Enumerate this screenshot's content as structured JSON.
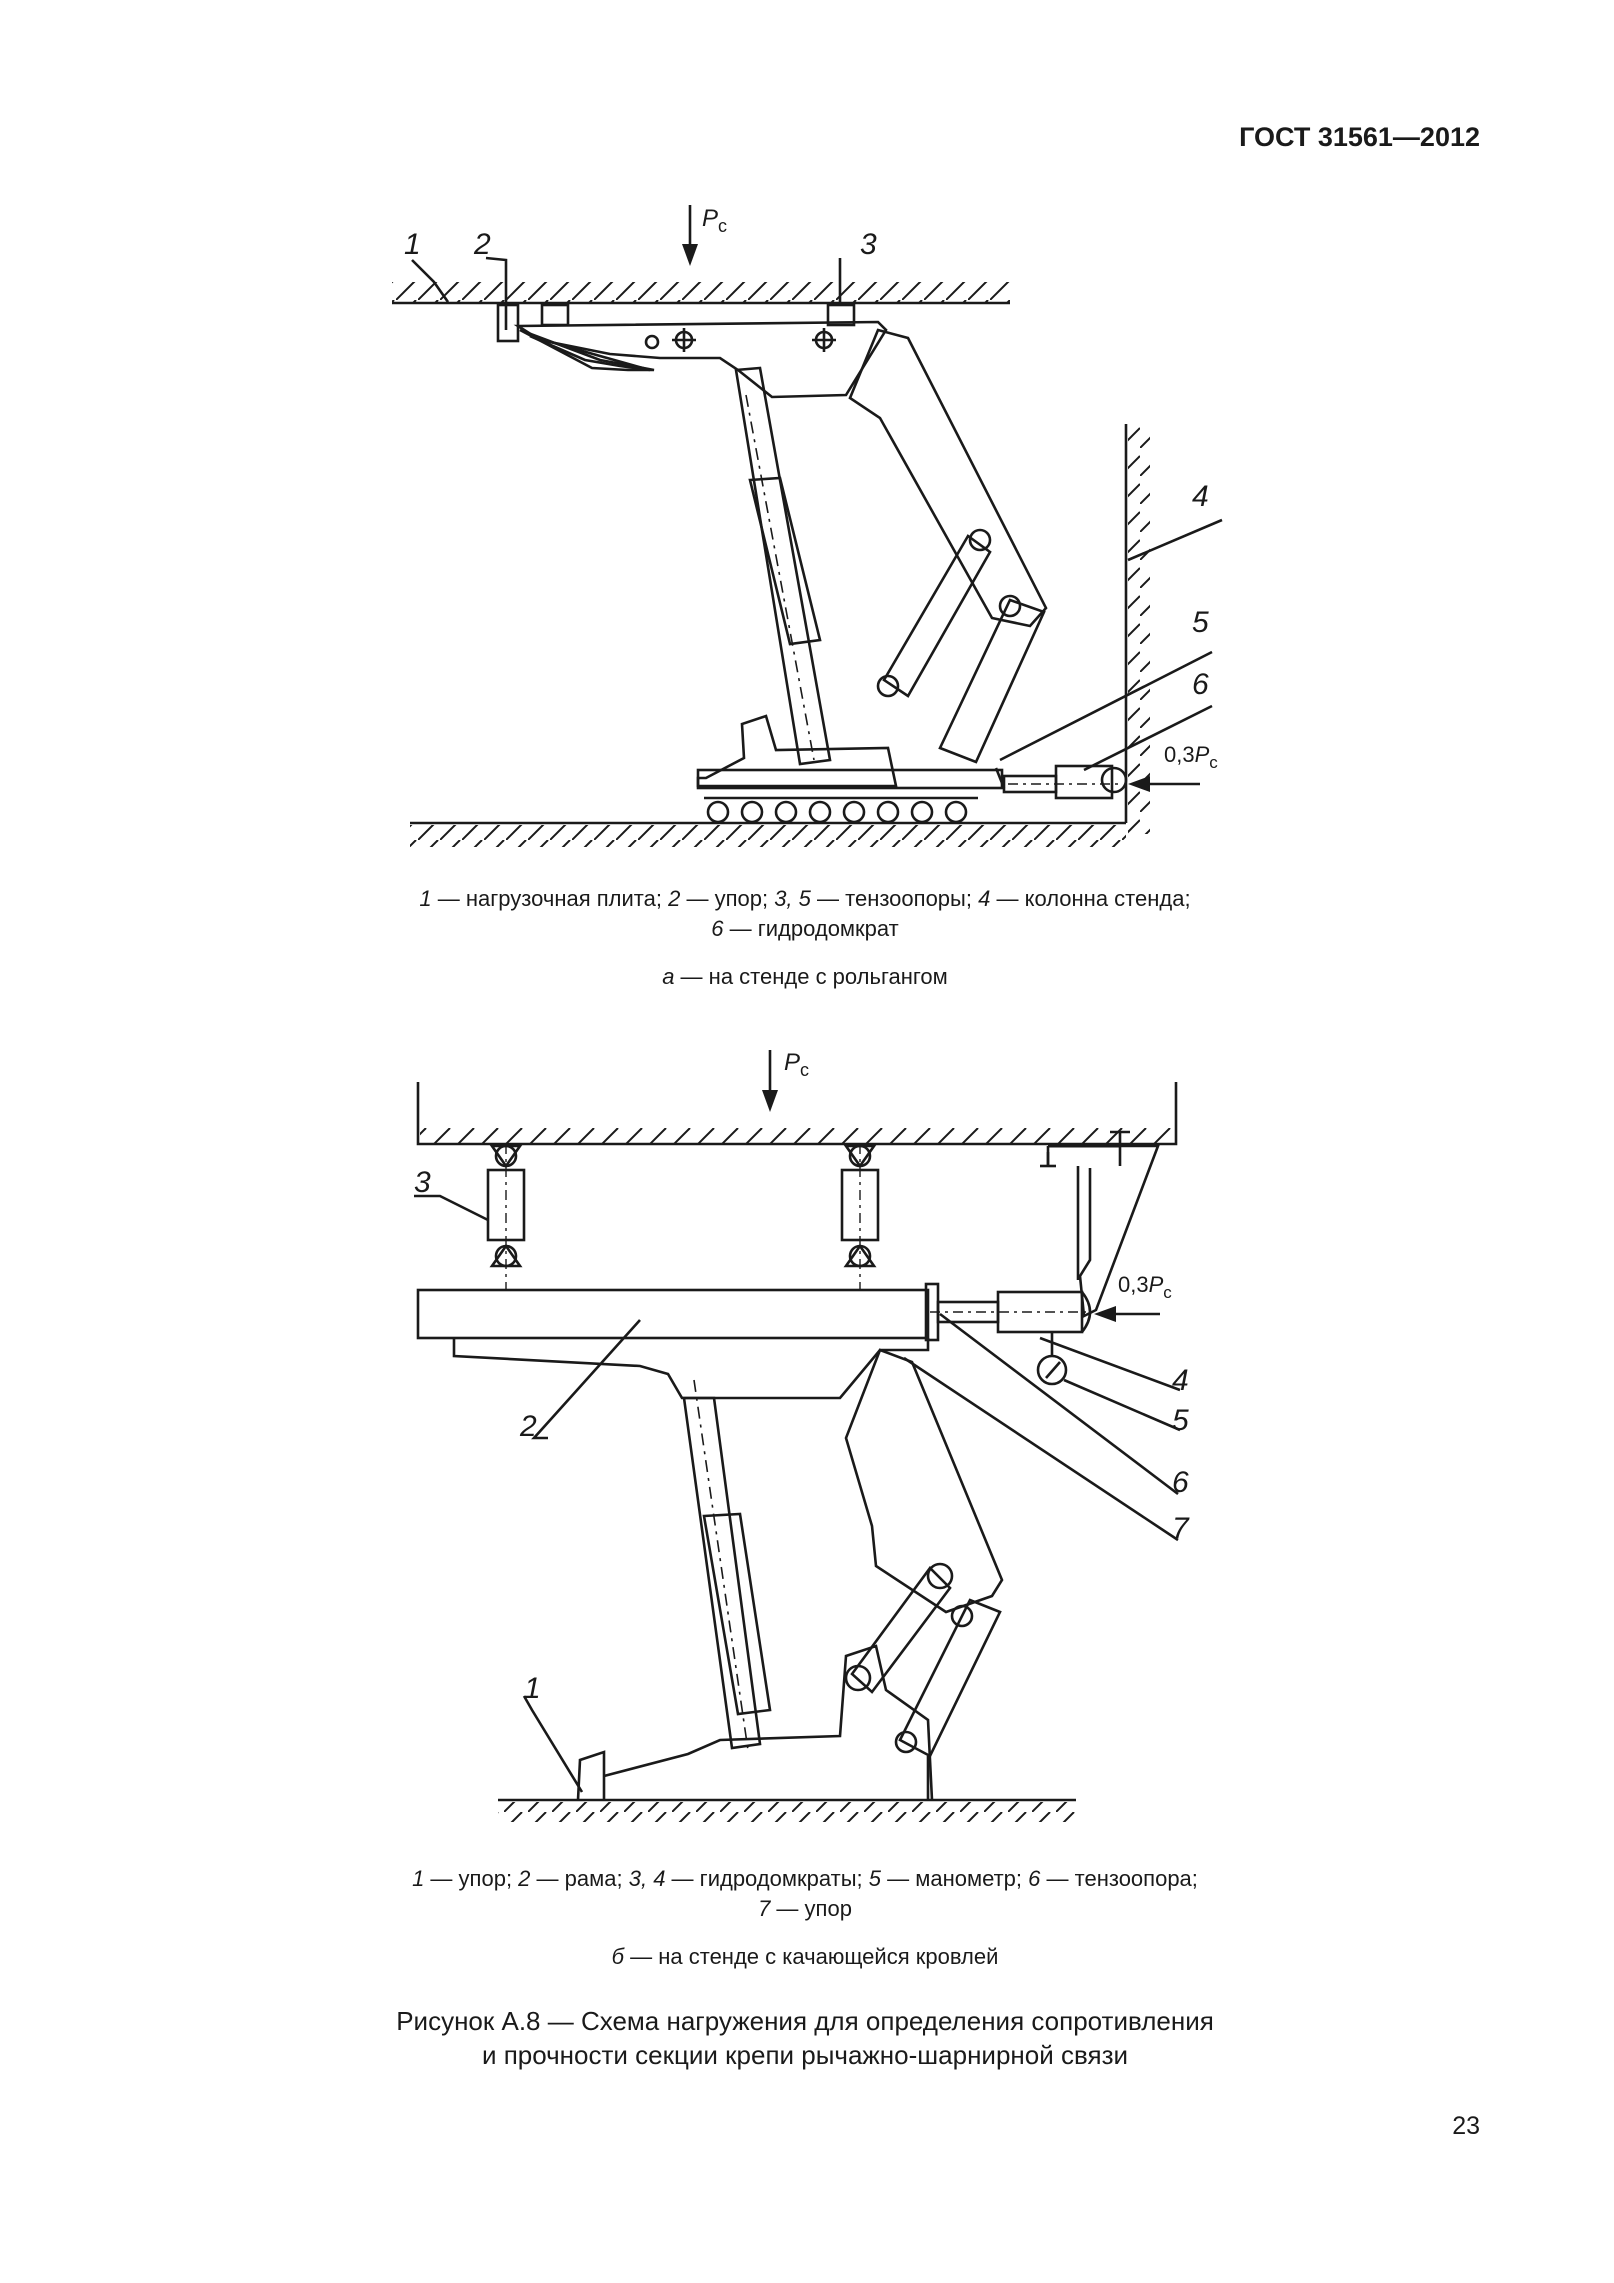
{
  "header": {
    "standard": "ГОСТ 31561—2012"
  },
  "diagram_a": {
    "callouts": [
      "1",
      "2",
      "3",
      "4",
      "5",
      "6"
    ],
    "load_main": {
      "symbol": "P",
      "subscript": "с"
    },
    "load_side": {
      "prefix": "0,3",
      "symbol": "P",
      "subscript": "с"
    },
    "legend": [
      {
        "n": "1",
        "text": "нагрузочная плита"
      },
      {
        "n": "2",
        "text": "упор"
      },
      {
        "n": "3, 5",
        "text": "тензоопоры"
      },
      {
        "n": "4",
        "text": "колонна стенда"
      },
      {
        "n": "6",
        "text": "гидродомкрат"
      }
    ],
    "subcaption": {
      "letter": "а",
      "text": "на стенде с рольгангом"
    }
  },
  "diagram_b": {
    "callouts": [
      "1",
      "2",
      "3",
      "4",
      "5",
      "6",
      "7"
    ],
    "load_main": {
      "symbol": "P",
      "subscript": "с"
    },
    "load_side": {
      "prefix": "0,3",
      "symbol": "P",
      "subscript": "с"
    },
    "legend": [
      {
        "n": "1",
        "text": "упор"
      },
      {
        "n": "2",
        "text": "рама"
      },
      {
        "n": "3, 4",
        "text": "гидродомкраты"
      },
      {
        "n": "5",
        "text": "манометр"
      },
      {
        "n": "6",
        "text": "тензоопора"
      },
      {
        "n": "7",
        "text": "упор"
      }
    ],
    "subcaption": {
      "letter": "б",
      "text": "на стенде с качающейся кровлей"
    }
  },
  "figure": {
    "title_line1": "Рисунок А.8 — Схема нагружения для определения сопротивления",
    "title_line2": "и прочности секции крепи рычажно-шарнирной связи"
  },
  "page_number": "23"
}
